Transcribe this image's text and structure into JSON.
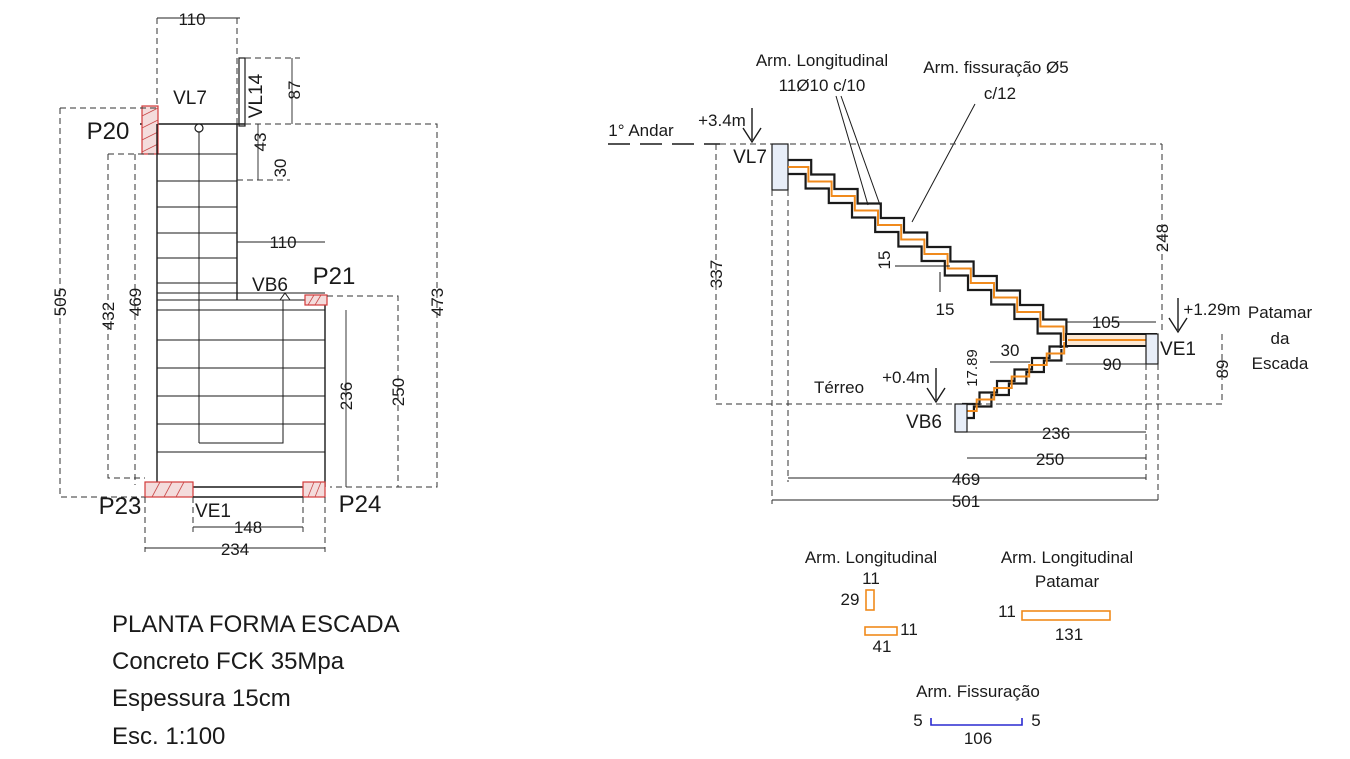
{
  "plan": {
    "dims": {
      "top_width": "110",
      "vl14_gap": "87",
      "landing_upper": "43",
      "step_depth": "30",
      "middle_width": "110",
      "total_outer": "505",
      "left_432": "432",
      "left_469": "469",
      "right_473": "473",
      "right_236": "236",
      "right_250": "250",
      "bottom_148": "148",
      "bottom_234": "234"
    },
    "labels": {
      "vl7": "VL7",
      "vl14": "VL14",
      "p20": "P20",
      "p21": "P21",
      "vb6": "VB6",
      "p23": "P23",
      "p24": "P24",
      "ve1": "VE1"
    },
    "title": {
      "line1": "PLANTA FORMA ESCADA",
      "line2": "Concreto FCK 35Mpa",
      "line3": "Espessura 15cm",
      "line4": "Esc. 1:100"
    }
  },
  "section": {
    "levels": {
      "floor_name": "1° Andar",
      "floor_level": "+3.4m",
      "landing_level": "+1.29m",
      "ground_name": "Térreo",
      "ground_level": "+0.4m"
    },
    "callouts": {
      "long_l1": "Arm. Longitudinal",
      "long_l2": "11Ø10 c/10",
      "fiss_l1": "Arm. fissuração Ø5",
      "fiss_l2": "c/12"
    },
    "landing_text": {
      "l1": "Patamar",
      "l2": "da",
      "l3": "Escada"
    },
    "labels": {
      "vl7": "VL7",
      "ve1": "VE1",
      "vb6": "VB6"
    },
    "dims": {
      "d337": "337",
      "d248": "248",
      "d15a": "15",
      "d15b": "15",
      "d105": "105",
      "d90": "90",
      "d89": "89",
      "d1789": "17.89",
      "d30": "30",
      "d236": "236",
      "d250": "250",
      "d469": "469",
      "d501": "501"
    }
  },
  "details": {
    "long": {
      "title": "Arm. Longitudinal",
      "a": "11",
      "b": "29",
      "c": "11",
      "d": "41"
    },
    "patamar": {
      "title1": "Arm. Longitudinal",
      "title2": "Patamar",
      "a": "11",
      "b": "131"
    },
    "fiss": {
      "title": "Arm. Fissuração",
      "a": "5",
      "b": "5",
      "c": "106"
    }
  },
  "colors": {
    "rebar": "#f08a1c",
    "pillar": "#d23a3a",
    "fissuracao": "#2a2ad0"
  }
}
